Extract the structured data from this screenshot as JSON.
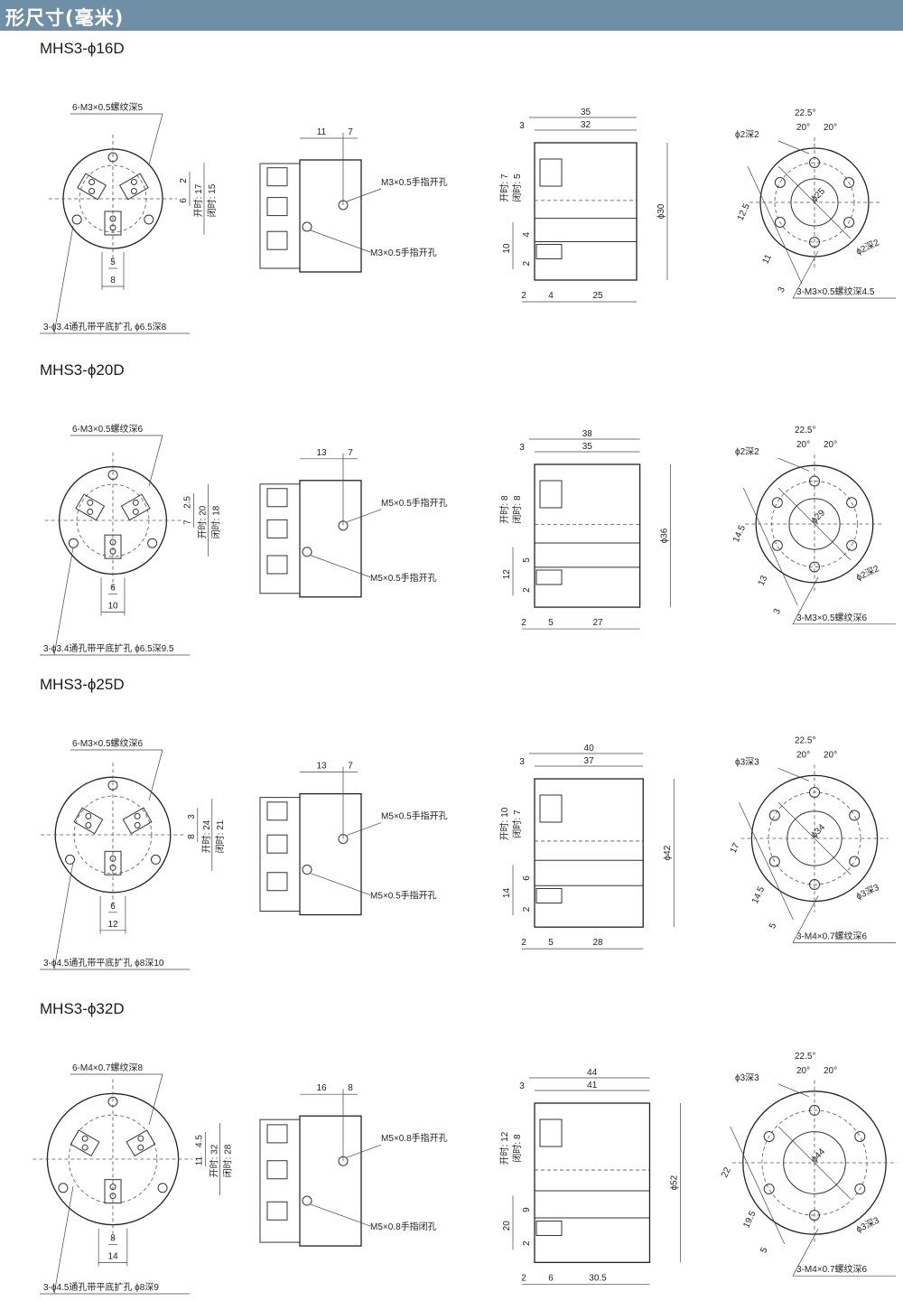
{
  "header": {
    "title": "形尺寸(毫米)"
  },
  "models": [
    {
      "name": "MHS3-ϕ16D",
      "top": {
        "callout_top": "6-M3×0.5螺纹深5",
        "callout_bottom": "3-ϕ3.4通孔带平底扩孔 ϕ6.5深8",
        "dims": [
          "2",
          "6",
          "开时: 17",
          "闭时: 15",
          "5",
          "8"
        ]
      },
      "side": {
        "w1": "11",
        "w2": "7",
        "hole_top": "M3×0.5手指开孔",
        "hole_bot": "M3×0.5手指开孔"
      },
      "section": {
        "overall": "35",
        "body": "32",
        "off": "3",
        "open": "开时: 7",
        "close": "闭时: 5",
        "diam": "ϕ30",
        "h_total": "10",
        "h_a": "4",
        "h_b": "2",
        "b_off": "2",
        "b_a": "4",
        "b_b": "25"
      },
      "rear": {
        "ang": "22.5°",
        "a1": "20°",
        "a2": "20°",
        "pin_top": "ϕ2深2",
        "pcd": "ϕ25",
        "v1": "12.5",
        "v2": "11",
        "v3": "3",
        "pin_bot": "ϕ2深2",
        "thread": "3-M3×0.5螺纹深4.5"
      }
    },
    {
      "name": "MHS3-ϕ20D",
      "top": {
        "callout_top": "6-M3×0.5螺纹深6",
        "callout_bottom": "3-ϕ3.4通孔带平底扩孔 ϕ6.5深9.5",
        "dims": [
          "2.5",
          "7",
          "开时: 20",
          "闭时: 18",
          "6",
          "10"
        ]
      },
      "side": {
        "w1": "13",
        "w2": "7",
        "hole_top": "M5×0.5手指开孔",
        "hole_bot": "M5×0.5手指开孔"
      },
      "section": {
        "overall": "38",
        "body": "35",
        "off": "3",
        "open": "开时: 8",
        "close": "闭时: 8",
        "diam": "ϕ36",
        "h_total": "12",
        "h_a": "5",
        "h_b": "2",
        "b_off": "2",
        "b_a": "5",
        "b_b": "27"
      },
      "rear": {
        "ang": "22.5°",
        "a1": "20°",
        "a2": "20°",
        "pin_top": "ϕ2深2",
        "pcd": "ϕ29",
        "v1": "14.5",
        "v2": "13",
        "v3": "3",
        "pin_bot": "ϕ2深2",
        "thread": "3-M3×0.5螺纹深6"
      }
    },
    {
      "name": "MHS3-ϕ25D",
      "top": {
        "callout_top": "6-M3×0.5螺纹深6",
        "callout_bottom": "3-ϕ4.5通孔带平底扩孔 ϕ8深10",
        "dims": [
          "3",
          "8",
          "开时: 24",
          "闭时: 21",
          "6",
          "12"
        ]
      },
      "side": {
        "w1": "13",
        "w2": "7",
        "hole_top": "M5×0.5手指开孔",
        "hole_bot": "M5×0.5手指开孔"
      },
      "section": {
        "overall": "40",
        "body": "37",
        "off": "3",
        "open": "开时: 10",
        "close": "闭时: 7",
        "diam": "ϕ42",
        "h_total": "14",
        "h_a": "6",
        "h_b": "2",
        "b_off": "2",
        "b_a": "5",
        "b_b": "28"
      },
      "rear": {
        "ang": "22.5°",
        "a1": "20°",
        "a2": "20°",
        "pin_top": "ϕ3深3",
        "pcd": "ϕ34",
        "v1": "17",
        "v2": "14.5",
        "v3": "5",
        "pin_bot": "ϕ3深3",
        "thread": "3-M4×0.7螺纹深6"
      }
    },
    {
      "name": "MHS3-ϕ32D",
      "top": {
        "callout_top": "6-M4×0.7螺纹深8",
        "callout_bottom": "3-ϕ4.5通孔带平底扩孔 ϕ8深9",
        "dims": [
          "4.5",
          "11",
          "开时: 32",
          "闭时: 28",
          "8",
          "14"
        ]
      },
      "side": {
        "w1": "16",
        "w2": "8",
        "hole_top": "M5×0.8手指开孔",
        "hole_bot": "M5×0.8手指闭孔"
      },
      "section": {
        "overall": "44",
        "body": "41",
        "off": "3",
        "open": "开时: 12",
        "close": "闭时: 8",
        "diam": "ϕ52",
        "h_total": "20",
        "h_a": "9",
        "h_b": "2",
        "b_off": "2",
        "b_a": "6",
        "b_b": "30.5"
      },
      "rear": {
        "ang": "22.5°",
        "a1": "20°",
        "a2": "20°",
        "pin_top": "ϕ3深3",
        "pcd": "ϕ44",
        "v1": "22",
        "v2": "19.5",
        "v3": "5",
        "pin_bot": "ϕ3深3",
        "thread": "3-M4×0.7螺纹深6"
      }
    }
  ]
}
